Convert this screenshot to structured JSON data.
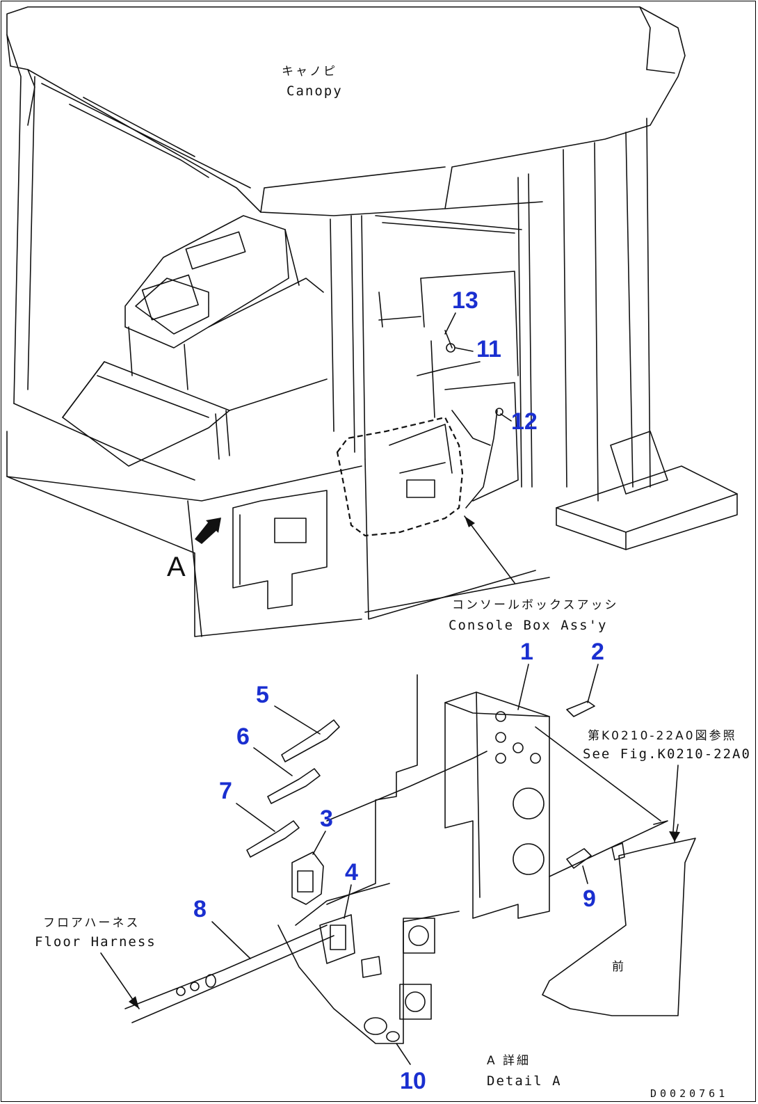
{
  "labels": {
    "canopy_jp": "キャノピ",
    "canopy_en": "Canopy",
    "console_jp": "コンソールボックスアッシ",
    "console_en": "Console Box Ass'y",
    "see_fig_jp": "第K0210-22A0図参照",
    "see_fig_en": "See Fig.K0210-22A0",
    "floor_jp": "フロアハーネス",
    "floor_en": "Floor Harness",
    "detail_jp": "A 詳細",
    "detail_en": "Detail A",
    "view_a": "A",
    "front_jp": "前"
  },
  "part_numbers": [
    "1",
    "2",
    "3",
    "4",
    "5",
    "6",
    "7",
    "8",
    "9",
    "10",
    "11",
    "12",
    "13"
  ],
  "drawing_code": "D0020761"
}
